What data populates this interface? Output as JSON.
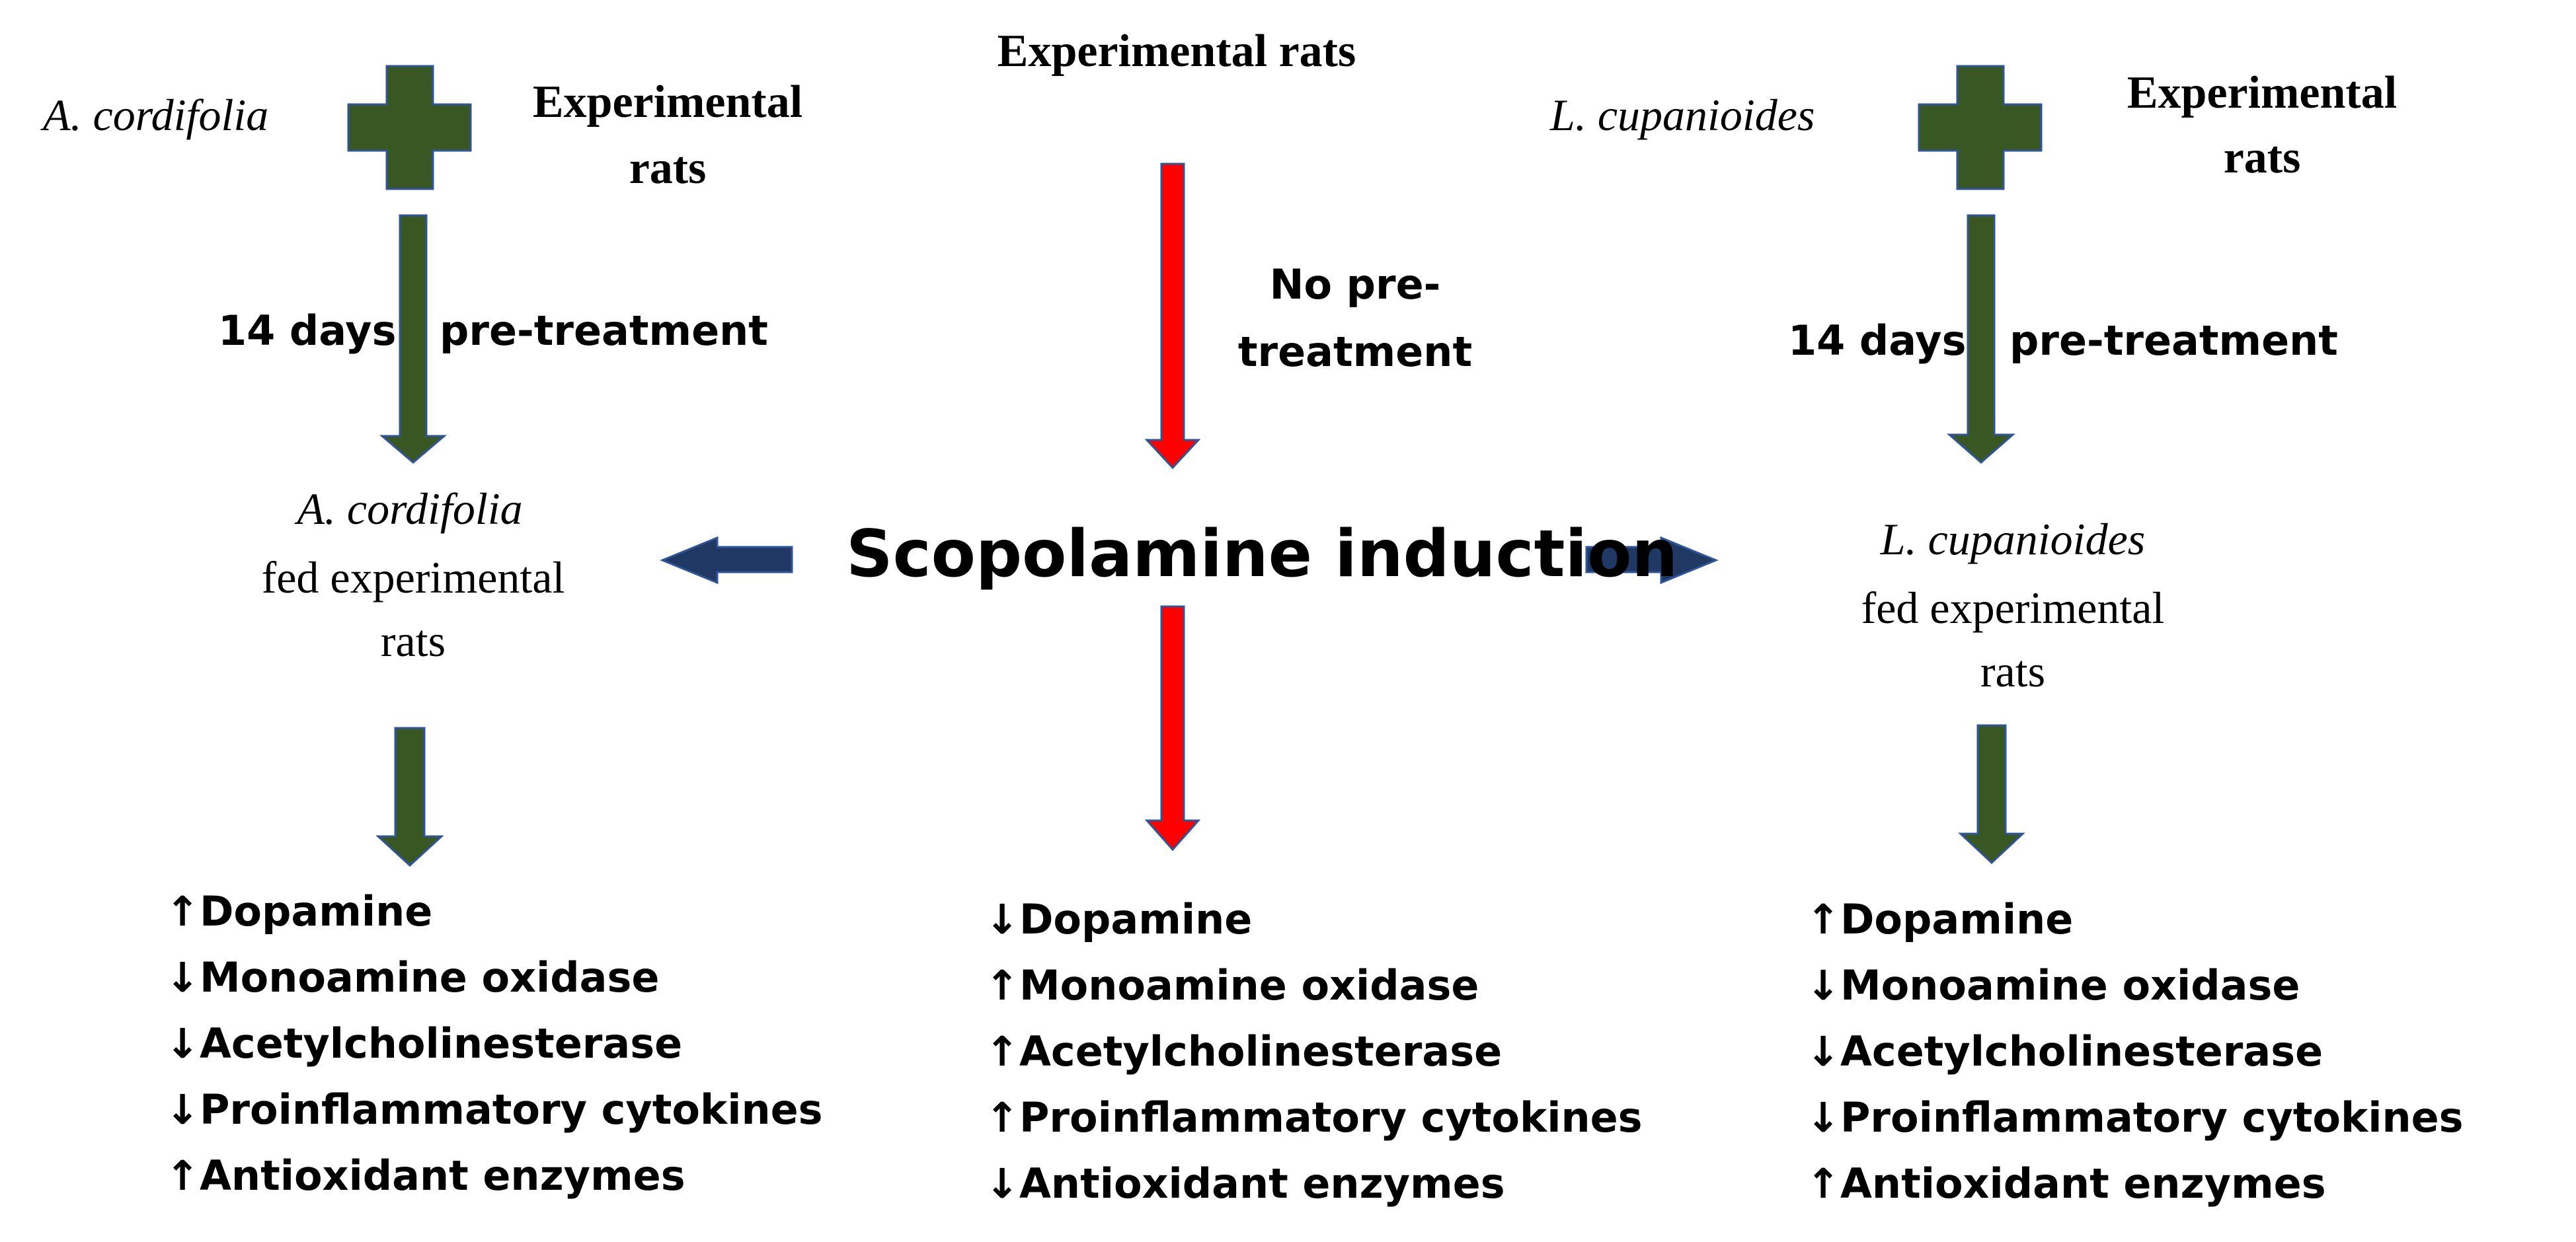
{
  "colors": {
    "green_arrow": "#385723",
    "red_arrow": "#ff0000",
    "blue_arrow": "#1f3864",
    "outline": "#2f5597"
  },
  "left_column": {
    "plant_name": "A. cordifolia",
    "experimental_rats": "Experimental rats",
    "pretreatment_days": "14 days",
    "pretreatment_label": "pre-treatment",
    "fed_plant_name": "A. cordifolia",
    "fed_rats": "fed experimental rats",
    "effects": [
      {
        "direction": "↑",
        "label": "Dopamine"
      },
      {
        "direction": "↓",
        "label": "Monoamine oxidase"
      },
      {
        "direction": "↓",
        "label": "Acetylcholinesterase"
      },
      {
        "direction": "↓",
        "label": "Proinflammatory cytokines"
      },
      {
        "direction": "↑",
        "label": "Antioxidant enzymes"
      }
    ]
  },
  "center_column": {
    "experimental_rats": "Experimental rats",
    "no_pretreatment": "No pre-treatment",
    "induction": "Scopolamine induction",
    "effects": [
      {
        "direction": "↓",
        "label": "Dopamine"
      },
      {
        "direction": "↑",
        "label": "Monoamine oxidase"
      },
      {
        "direction": "↑",
        "label": "Acetylcholinesterase"
      },
      {
        "direction": "↑",
        "label": "Proinflammatory cytokines"
      },
      {
        "direction": "↓",
        "label": "Antioxidant enzymes"
      }
    ]
  },
  "right_column": {
    "plant_name": "L. cupanioides",
    "experimental_rats": "Experimental rats",
    "pretreatment_days": "14 days",
    "pretreatment_label": "pre-treatment",
    "fed_plant_name": "L. cupanioides",
    "fed_rats": "fed experimental rats",
    "effects": [
      {
        "direction": "↑",
        "label": "Dopamine"
      },
      {
        "direction": "↓",
        "label": "Monoamine oxidase"
      },
      {
        "direction": "↓",
        "label": "Acetylcholinesterase"
      },
      {
        "direction": "↓",
        "label": "Proinflammatory cytokines"
      },
      {
        "direction": "↑",
        "label": "Antioxidant enzymes"
      }
    ]
  }
}
